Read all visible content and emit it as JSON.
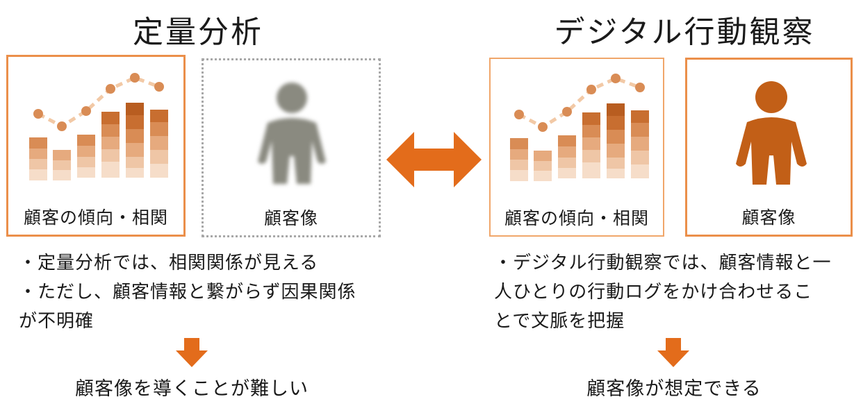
{
  "left": {
    "title": "定量分析",
    "chart_label": "顧客の傾向・相関",
    "persona_label": "顧客像",
    "desc_lines": [
      "・定量分析では、相関関係が見える",
      "・ただし、顧客情報と繋がらず因果関係",
      "が不明確"
    ],
    "conclusion": "顧客像を導くことが難しい"
  },
  "right": {
    "title": "デジタル行動観察",
    "chart_label": "顧客の傾向・相関",
    "persona_label": "顧客像",
    "desc_lines": [
      "・デジタル行動観察では、顧客情報と一",
      "人ひとりの行動ログをかけ合わせるこ",
      "とで文脈を把握"
    ],
    "conclusion": "顧客像が想定できる"
  },
  "colors": {
    "accent": "#e36c1b",
    "box_border": "#f0a66a",
    "blurred_person": "#8a8a80"
  }
}
